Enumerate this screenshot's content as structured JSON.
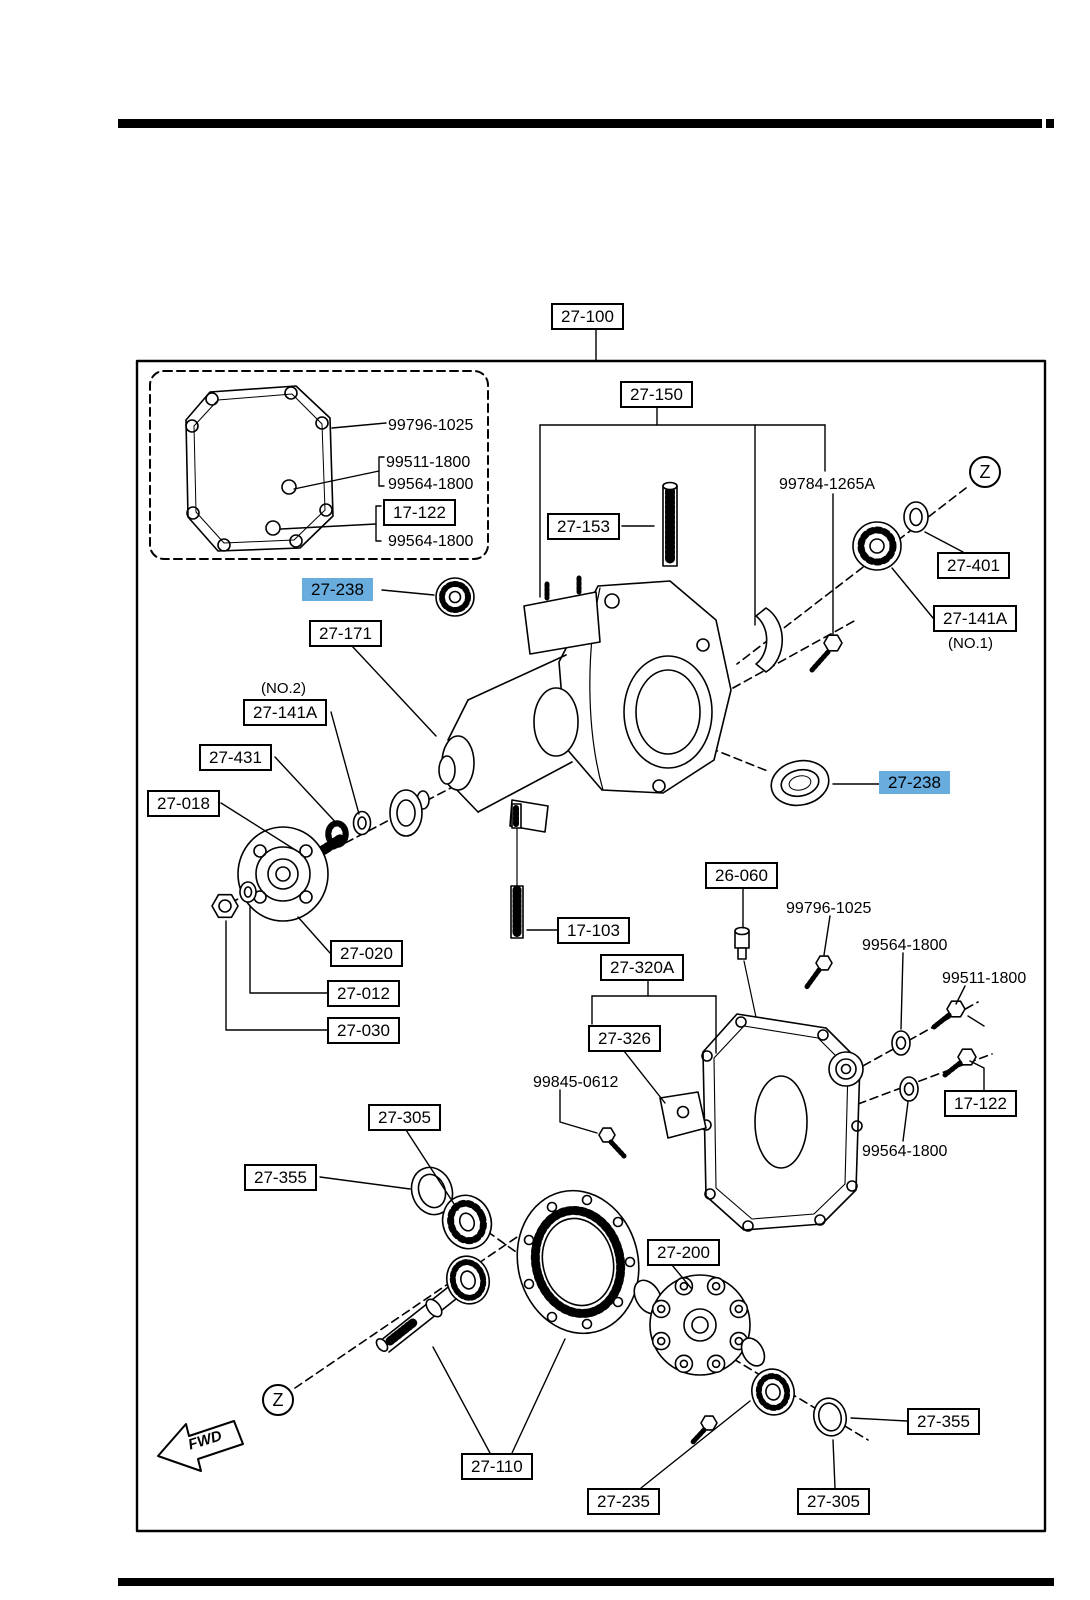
{
  "colors": {
    "highlight": "#69ACDE",
    "ink": "#000000",
    "paper": "#FFFFFF"
  },
  "labels": [
    {
      "text": "27-100",
      "kind": "boxed"
    },
    {
      "text": "99796-1025",
      "kind": "plain"
    },
    {
      "text": "99511-1800",
      "kind": "plain"
    },
    {
      "text": "99564-1800",
      "kind": "plain"
    },
    {
      "text": "17-122",
      "kind": "boxed"
    },
    {
      "text": "99564-1800",
      "kind": "plain"
    },
    {
      "text": "27-150",
      "kind": "boxed"
    },
    {
      "text": "27-153",
      "kind": "boxed"
    },
    {
      "text": "99784-1265A",
      "kind": "plain"
    },
    {
      "text": "Z",
      "kind": "zmark"
    },
    {
      "text": "27-401",
      "kind": "boxed"
    },
    {
      "text": "27-141A",
      "kind": "boxed"
    },
    {
      "text": "(NO.1)",
      "kind": "small"
    },
    {
      "text": "27-238",
      "kind": "highlight"
    },
    {
      "text": "27-171",
      "kind": "boxed"
    },
    {
      "text": "(NO.2)",
      "kind": "small"
    },
    {
      "text": "27-141A",
      "kind": "boxed"
    },
    {
      "text": "27-431",
      "kind": "boxed"
    },
    {
      "text": "27-018",
      "kind": "boxed"
    },
    {
      "text": "27-238",
      "kind": "highlight"
    },
    {
      "text": "26-060",
      "kind": "boxed"
    },
    {
      "text": "99796-1025",
      "kind": "plain"
    },
    {
      "text": "17-103",
      "kind": "boxed"
    },
    {
      "text": "27-320A",
      "kind": "boxed"
    },
    {
      "text": "99564-1800",
      "kind": "plain"
    },
    {
      "text": "99511-1800",
      "kind": "plain"
    },
    {
      "text": "27-020",
      "kind": "boxed"
    },
    {
      "text": "27-012",
      "kind": "boxed"
    },
    {
      "text": "27-030",
      "kind": "boxed"
    },
    {
      "text": "27-326",
      "kind": "boxed"
    },
    {
      "text": "99845-0612",
      "kind": "plain"
    },
    {
      "text": "17-122",
      "kind": "boxed"
    },
    {
      "text": "99564-1800",
      "kind": "plain"
    },
    {
      "text": "27-305",
      "kind": "boxed"
    },
    {
      "text": "27-355",
      "kind": "boxed"
    },
    {
      "text": "27-200",
      "kind": "boxed"
    },
    {
      "text": "Z",
      "kind": "zmark"
    },
    {
      "text": "27-110",
      "kind": "boxed"
    },
    {
      "text": "27-235",
      "kind": "boxed"
    },
    {
      "text": "27-305",
      "kind": "boxed"
    },
    {
      "text": "27-355",
      "kind": "boxed"
    },
    {
      "text": "FWD",
      "kind": "fwd"
    }
  ]
}
